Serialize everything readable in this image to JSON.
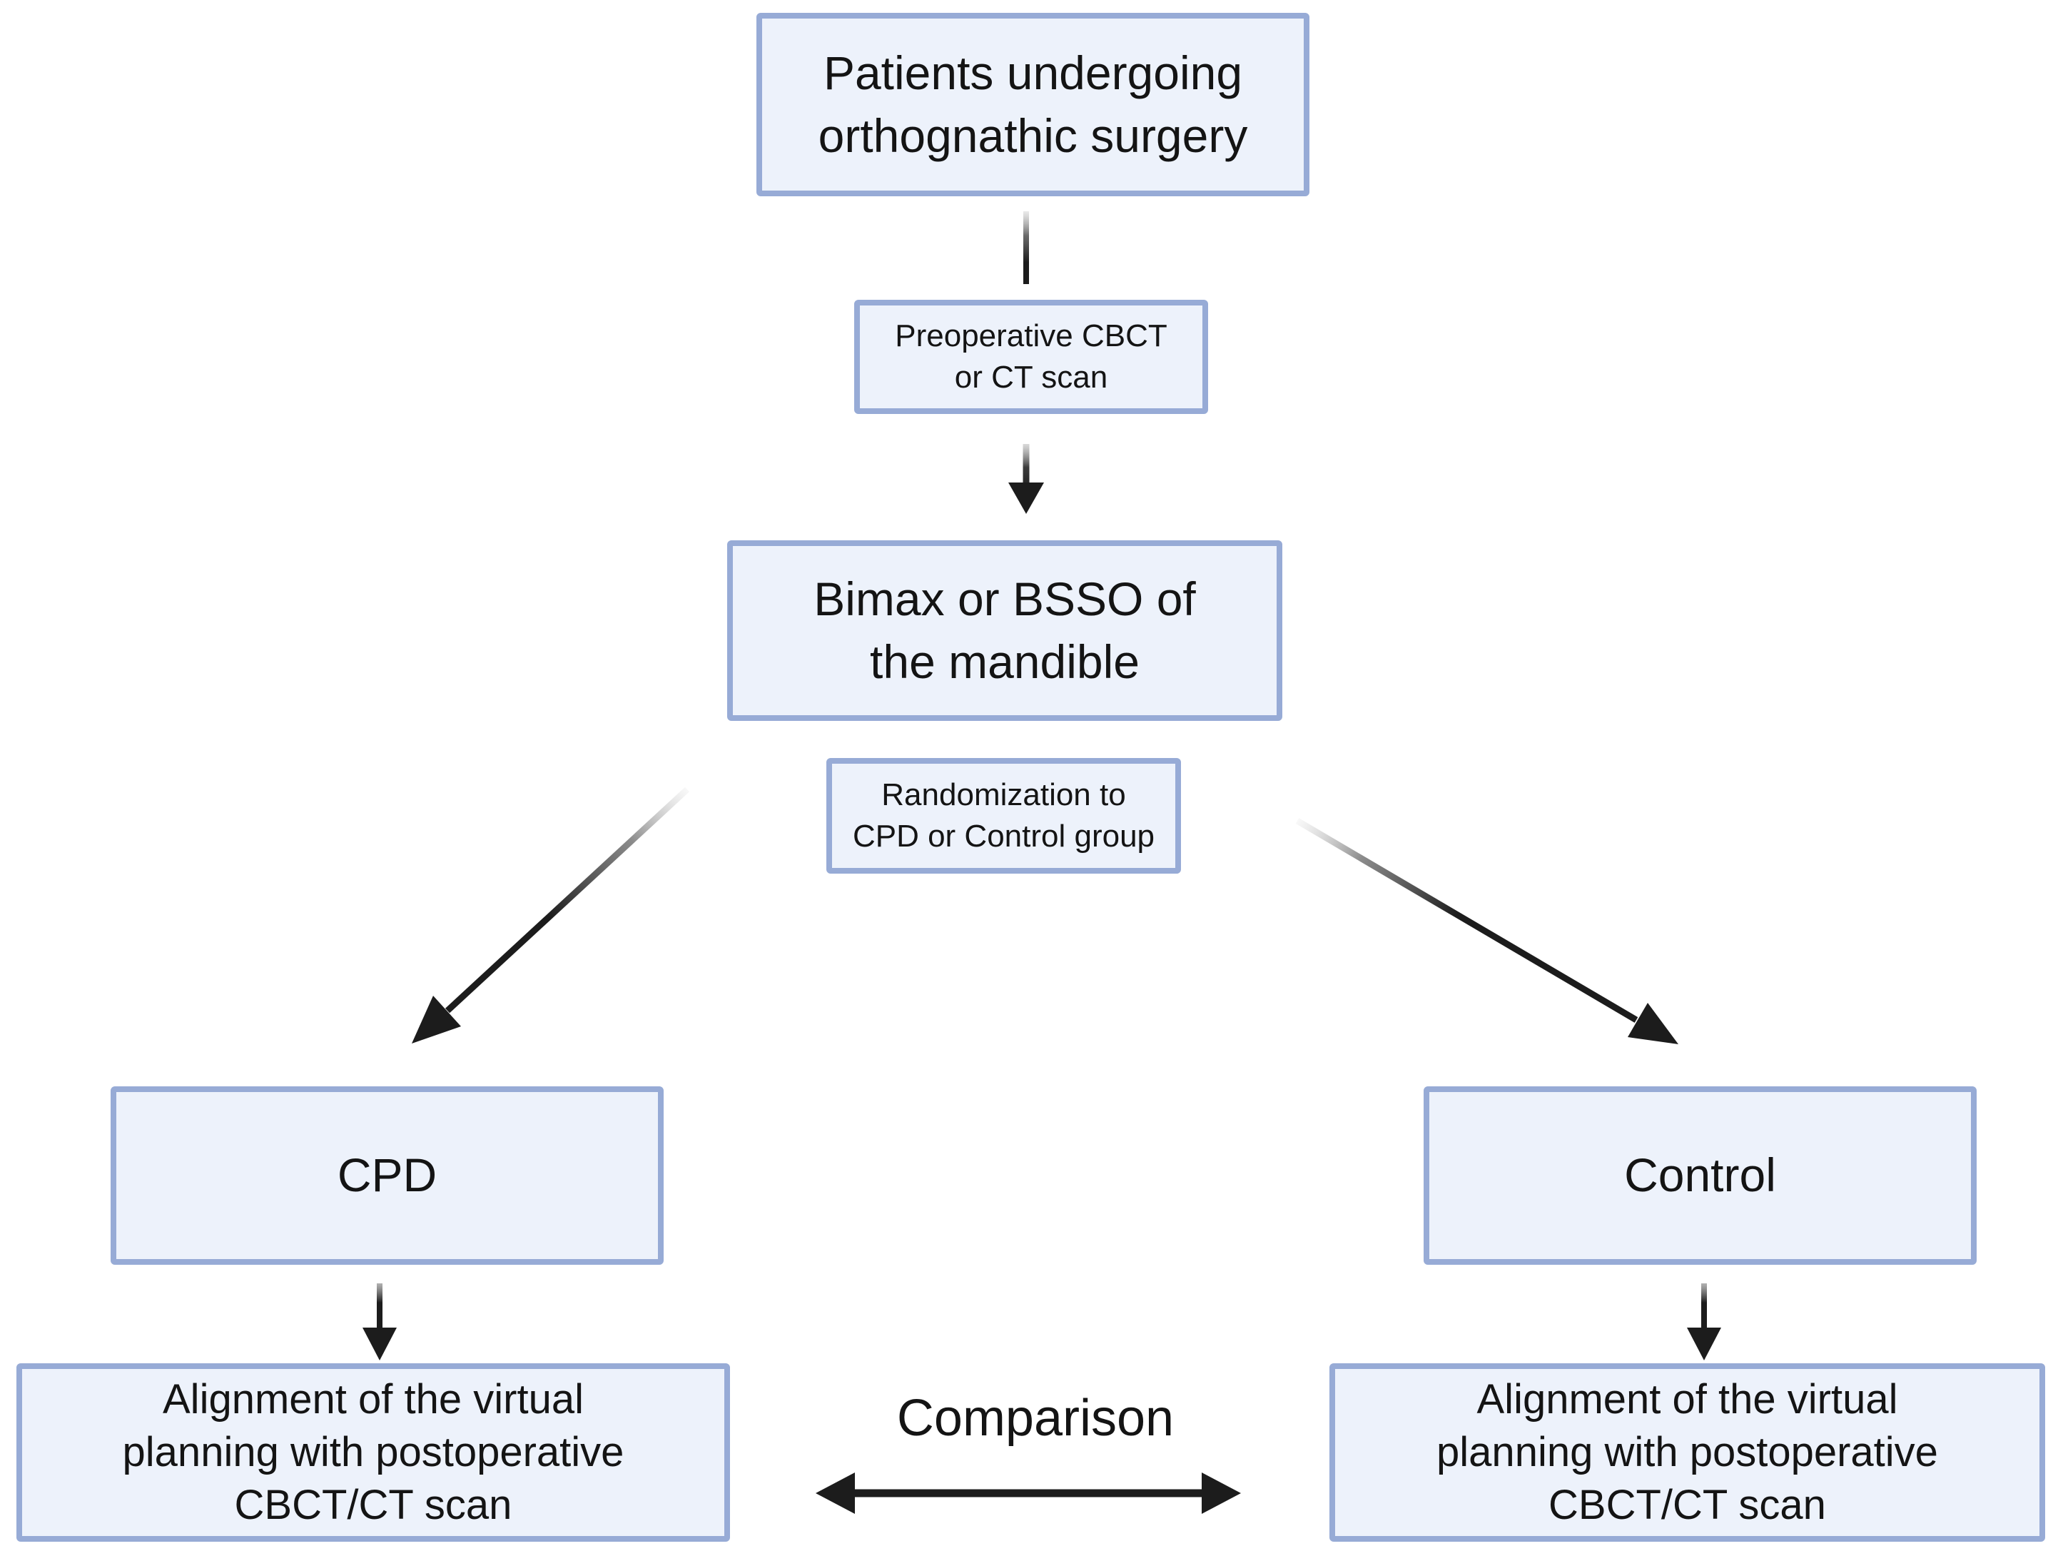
{
  "diagram": {
    "title": "Study flowchart: CPD vs Control randomization for orthognathic surgery",
    "background_color": "#ffffff",
    "node_fill_color": "#edf2fb",
    "node_border_color": "#97abd6",
    "text_color": "#141414",
    "arrow_color": "#1c1c1c",
    "nodes": {
      "patients": {
        "text": "Patients undergoing\northognathic surgery"
      },
      "preop_scan": {
        "text": "Preoperative CBCT\nor CT scan"
      },
      "bimax": {
        "text": "Bimax or BSSO of\nthe mandible"
      },
      "randomization": {
        "text": "Randomization to\nCPD or Control group"
      },
      "cpd": {
        "text": "CPD"
      },
      "control": {
        "text": "Control"
      },
      "cpd_alignment": {
        "text": "Alignment of the virtual\nplanning with postoperative\nCBCT/CT scan"
      },
      "control_alignment": {
        "text": "Alignment of the virtual\nplanning with postoperative\nCBCT/CT scan"
      },
      "comparison": {
        "text": "Comparison"
      }
    },
    "edges": [
      {
        "from": "patients",
        "to": "preop_scan",
        "style": "plain-line"
      },
      {
        "from": "preop_scan",
        "to": "bimax",
        "style": "arrow"
      },
      {
        "from": "bimax",
        "to": "cpd",
        "style": "arrow",
        "via": "randomization"
      },
      {
        "from": "bimax",
        "to": "control",
        "style": "arrow",
        "via": "randomization"
      },
      {
        "from": "cpd",
        "to": "cpd_alignment",
        "style": "arrow"
      },
      {
        "from": "control",
        "to": "control_alignment",
        "style": "arrow"
      },
      {
        "from": "cpd_alignment",
        "to": "control_alignment",
        "style": "double-arrow",
        "label": "Comparison"
      }
    ]
  }
}
